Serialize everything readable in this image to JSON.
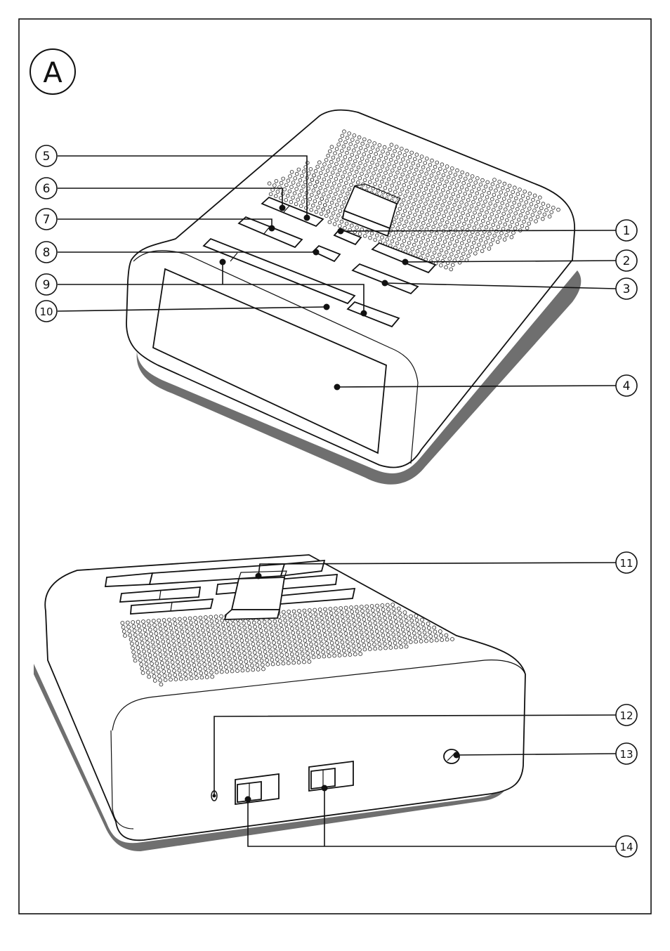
{
  "figure": {
    "panel_label": "A",
    "device_views": [
      "top-front",
      "rear"
    ]
  },
  "callouts": [
    {
      "id": "c1",
      "label": "1"
    },
    {
      "id": "c2",
      "label": "2"
    },
    {
      "id": "c3",
      "label": "3"
    },
    {
      "id": "c4",
      "label": "4"
    },
    {
      "id": "c5",
      "label": "5"
    },
    {
      "id": "c6",
      "label": "6"
    },
    {
      "id": "c7",
      "label": "7"
    },
    {
      "id": "c8",
      "label": "8"
    },
    {
      "id": "c9",
      "label": "9"
    },
    {
      "id": "c10",
      "label": "10"
    },
    {
      "id": "c11",
      "label": "11"
    },
    {
      "id": "c12",
      "label": "12"
    },
    {
      "id": "c13",
      "label": "13"
    },
    {
      "id": "c14",
      "label": "14"
    }
  ]
}
